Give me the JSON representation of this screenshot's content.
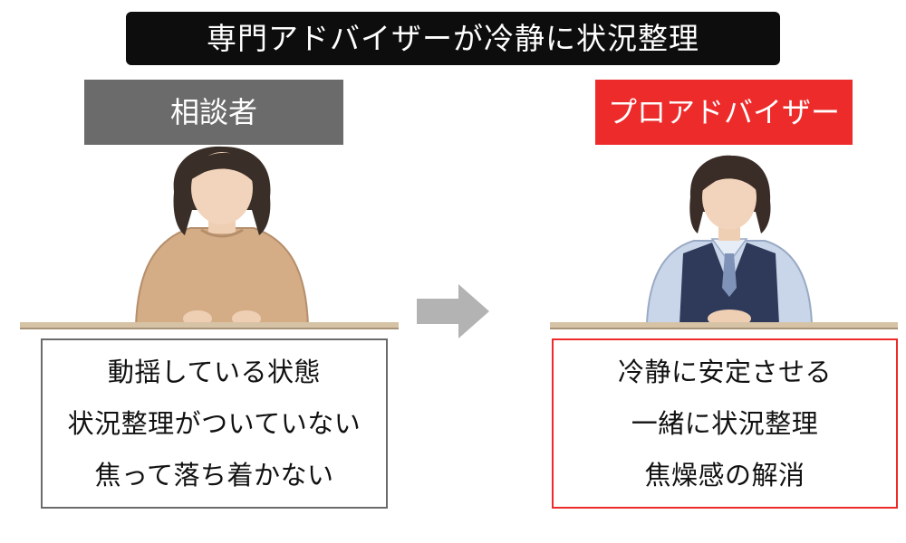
{
  "title": "専門アドバイザーが冷静に状況整理",
  "colors": {
    "title_bg": "#0d0d0d",
    "consultant_label_bg": "#6b6b6b",
    "advisor_label_bg": "#ee2b2b",
    "arrow": "#b3b3b3"
  },
  "left": {
    "label": "相談者",
    "lines": [
      "動揺している状態",
      "状況整理がついていない",
      "焦って落ち着かない"
    ]
  },
  "right": {
    "label": "プロアドバイザー",
    "lines": [
      "冷静に安定させる",
      "一緒に状況整理",
      "焦燥感の解消"
    ]
  }
}
